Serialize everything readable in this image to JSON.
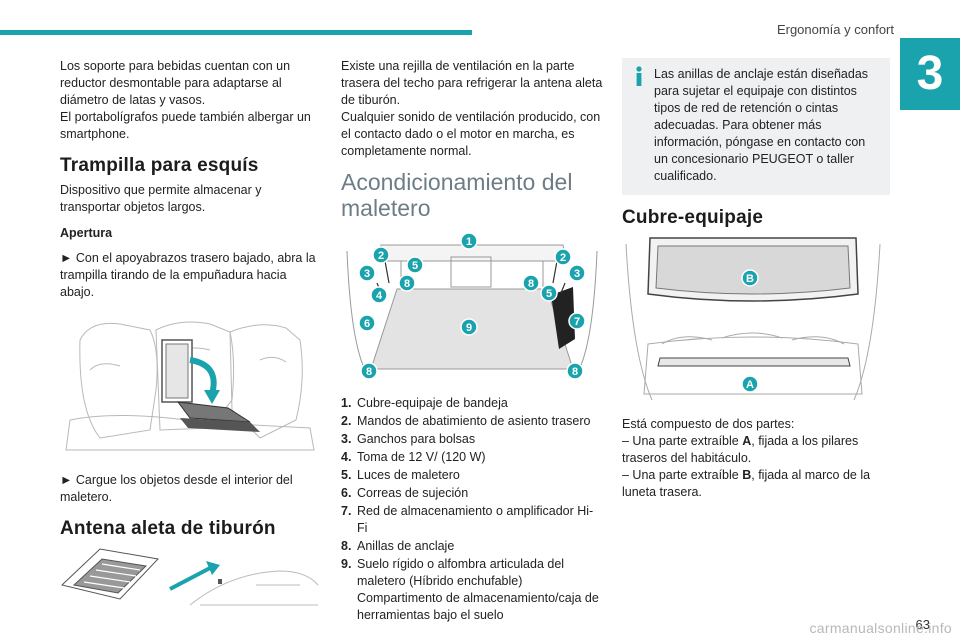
{
  "header": {
    "section": "Ergonomía y confort",
    "chapter": "3"
  },
  "col1": {
    "intro": [
      "Los soporte para bebidas cuentan con un reductor desmontable para adaptarse al diámetro de latas y vasos.",
      "El portabolígrafos puede también albergar un smartphone."
    ],
    "ski_title": "Trampilla para esquís",
    "ski_desc": "Dispositivo que permite almacenar y transportar objetos largos.",
    "opening_title": "Apertura",
    "step1": "► Con el apoyabrazos trasero bajado, abra la trampilla tirando de la empuñadura hacia abajo.",
    "step2": "► Cargue los objetos desde el interior del maletero.",
    "antenna_title": "Antena aleta de tiburón"
  },
  "col2": {
    "vent_text": [
      "Existe una rejilla de ventilación en la parte trasera del techo para refrigerar la antena aleta de tiburón.",
      "Cualquier sonido de ventilación producido, con el contacto dado o el motor en marcha, es completamente normal."
    ],
    "trunk_title": "Acondicionamiento del maletero",
    "items": [
      {
        "n": "1.",
        "t": "Cubre-equipaje de bandeja"
      },
      {
        "n": "2.",
        "t": "Mandos de abatimiento de asiento trasero"
      },
      {
        "n": "3.",
        "t": "Ganchos para bolsas"
      },
      {
        "n": "4.",
        "t": "Toma de 12 V/ (120 W)"
      },
      {
        "n": "5.",
        "t": "Luces de maletero"
      },
      {
        "n": "6.",
        "t": "Correas de sujeción"
      },
      {
        "n": "7.",
        "t": "Red de almacenamiento o amplificador Hi-Fi"
      },
      {
        "n": "8.",
        "t": "Anillas de anclaje"
      },
      {
        "n": "9.",
        "t": "Suelo rígido o alfombra articulada del maletero (Híbrido enchufable)",
        "t2": "Compartimento de almacenamiento/caja de herramientas bajo el suelo"
      }
    ],
    "markers": [
      "1",
      "2",
      "3",
      "4",
      "5",
      "6",
      "7",
      "8",
      "9"
    ]
  },
  "col3": {
    "info_text": "Las anillas de anclaje están diseñadas para sujetar el equipaje con distintos tipos de red de retención o cintas adecuadas. Para obtener más información, póngase en contacto con un concesionario PEUGEOT o taller cualificado.",
    "cover_title": "Cubre-equipaje",
    "cover_intro": "Está compuesto de dos partes:",
    "part_a_pre": "– Una parte extraíble ",
    "part_a_letter": "A",
    "part_a_post": ", fijada a los pilares traseros del habitáculo.",
    "part_b_pre": "– Una parte extraíble ",
    "part_b_letter": "B",
    "part_b_post": ", fijada al marco de la luneta trasera.",
    "markers": [
      "A",
      "B"
    ]
  },
  "footer": {
    "page": "63",
    "watermark": "carmanualsonline.info"
  },
  "colors": {
    "accent": "#1aa3ad",
    "heading_grey": "#6d7d86",
    "info_bg": "#eef0f1"
  }
}
